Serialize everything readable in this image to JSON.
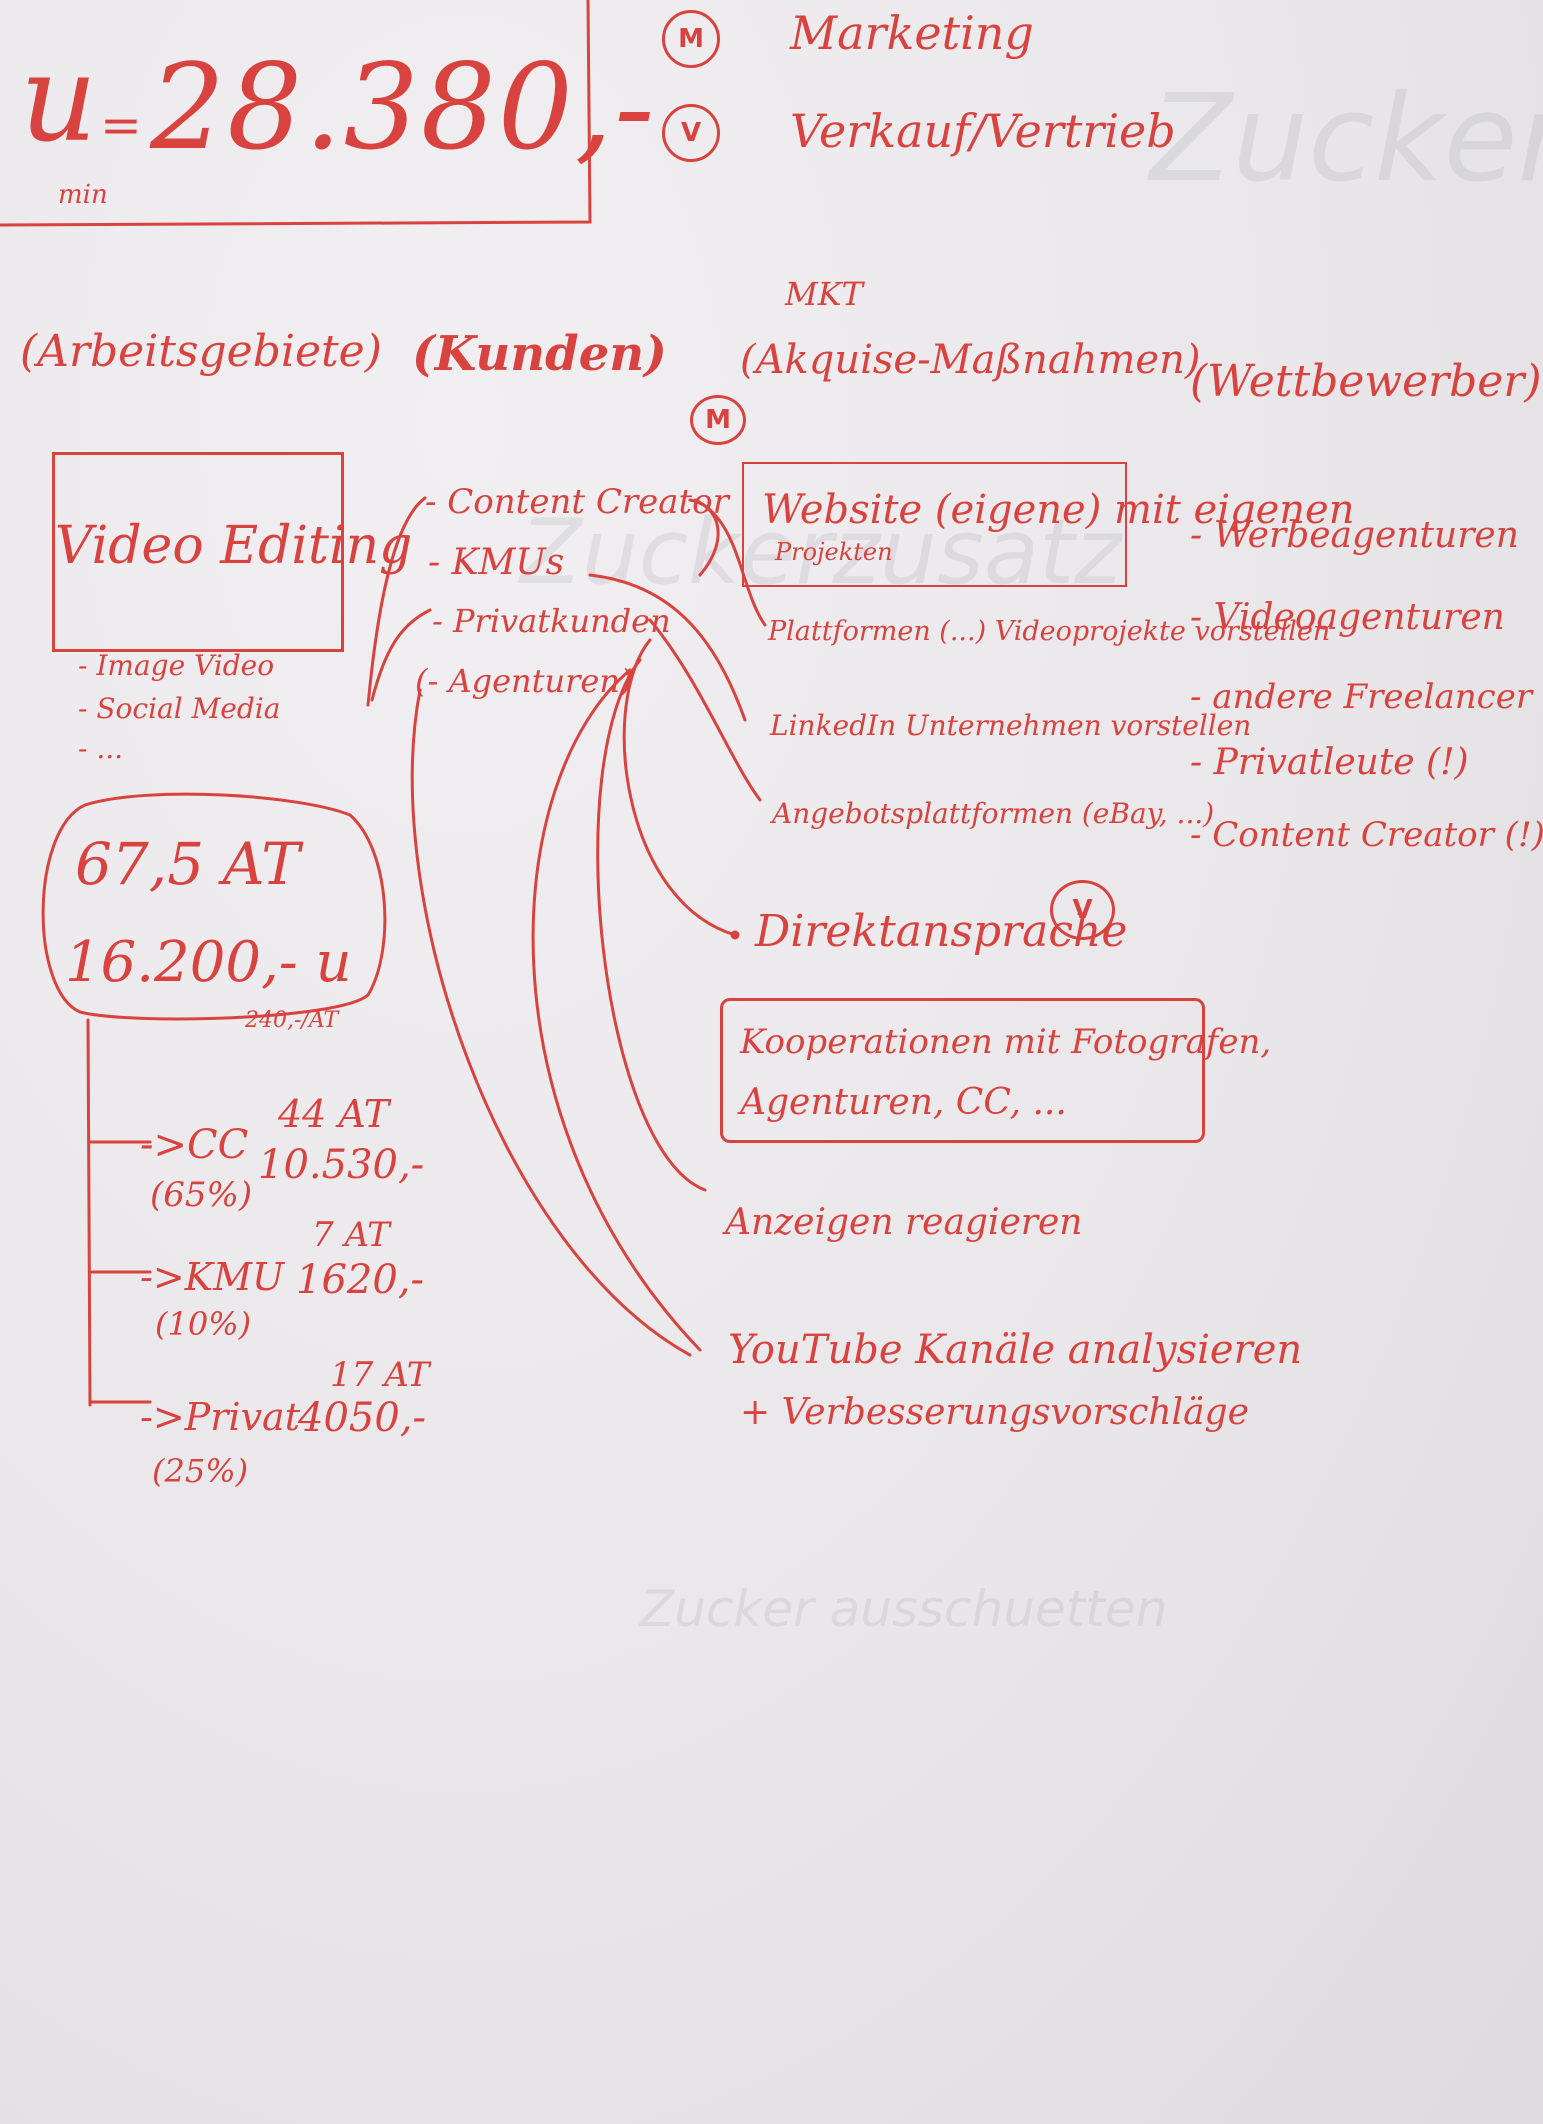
{
  "header": {
    "revenue_label": "u",
    "revenue_sub": "min",
    "revenue_value": "28.380,-",
    "legend": [
      {
        "symbol": "M",
        "text": "Marketing"
      },
      {
        "symbol": "V",
        "text": "Verkauf/Vertrieb"
      }
    ]
  },
  "columns": {
    "arbeitsgebiete": "(Arbeitsgebiete)",
    "kunden": "(Kunden)",
    "mkt_top": "MKT",
    "mkt": "(Akquise-Maßnahmen)",
    "wettbewerb": "(Wettbewerber)"
  },
  "arbeitsgebiete": {
    "main": "Video Editing",
    "items": [
      "- Image Video",
      "- Social Media",
      "- ..."
    ]
  },
  "summary": {
    "days": "67,5 AT",
    "amount": "16.200,- u",
    "rate": "240,-/AT"
  },
  "segments": [
    {
      "label": "->CC",
      "share": "(65%)",
      "days": "44 AT",
      "amount": "10.530,-"
    },
    {
      "label": "->KMU",
      "share": "(10%)",
      "days": "7 AT",
      "amount": "1620,-"
    },
    {
      "label": "->Privat",
      "share": "(25%)",
      "days": "17 AT",
      "amount": "4050,-"
    }
  ],
  "kunden": [
    "- Content Creator",
    "- KMUs",
    "- Privatkunden",
    "(- Agenturen)"
  ],
  "marketing": {
    "badge": "M",
    "website": "Website (eigene) mit eigenen",
    "website_sub": "Projekten",
    "items": [
      "Plattformen (...) Videoprojekte vorstellen",
      "LinkedIn Unternehmen vorstellen",
      "Angebotsplattformen (eBay, ...)"
    ]
  },
  "vertrieb": {
    "badge": "V",
    "direkt": "Direktansprache",
    "kooperation_1": "Kooperationen mit Fotografen,",
    "kooperation_2": "Agenturen, CC, ...",
    "anzeigen": "Anzeigen reagieren",
    "youtube_1": "YouTube Kanäle analysieren",
    "youtube_2": "+ Verbesserungsvorschläge"
  },
  "wettbewerb": [
    "- Werbeagenturen",
    "- Videoagenturen",
    "- andere Freelancer",
    "- Privatleute (!)",
    "- Content Creator (!)"
  ]
}
